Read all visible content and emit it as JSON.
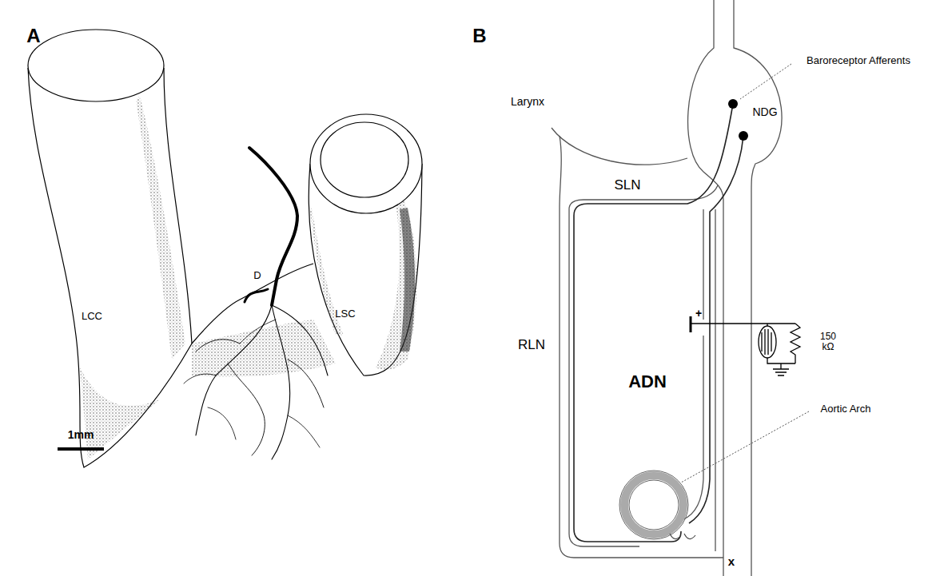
{
  "diagram": {
    "nodes": [
      {
        "text": [
          "LCC"
        ]
      },
      {
        "text": [
          "LSC"
        ]
      },
      {
        "text": [
          "NDG"
        ]
      }
    ],
    "labels": [
      "A",
      "D",
      "1mm",
      "B",
      "Baroreceptor Afferents",
      "Larynx",
      "SLN",
      "RLN",
      "ADN",
      "+",
      "150 kΩ",
      "Aortic Arch",
      "x"
    ]
  }
}
